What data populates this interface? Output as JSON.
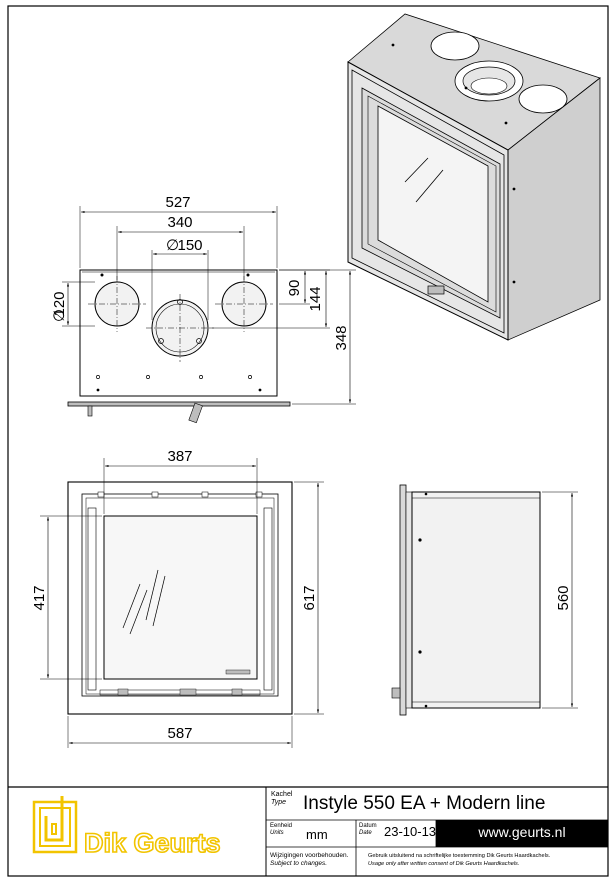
{
  "dimensions": {
    "width_527": "527",
    "spacing_340": "340",
    "diameter_150": "150",
    "diameter_120": "120",
    "height_90": "90",
    "height_144": "144",
    "depth_348": "348",
    "glass_387": "387",
    "glass_417": "417",
    "height_617": "617",
    "width_587": "587",
    "height_560": "560"
  },
  "title_block": {
    "type_label_nl": "Kachel",
    "type_label_en": "Type",
    "type_value": "Instyle 550 EA + Modern line",
    "units_label_nl": "Eenheid",
    "units_label_en": "Units",
    "units_value": "mm",
    "date_label_nl": "Datum",
    "date_label_en": "Date",
    "date_value": "23-10-13",
    "website": "www.geurts.nl",
    "changes_nl": "Wijzigingen voorbehouden.",
    "changes_en": "Subject to changes.",
    "consent_nl": "Gebruik uitsluitend na schriftelijke toestemming Dik Geurts Haardkachels.",
    "consent_en": "Usage only after written consent of Dik Geurts Haardkachels.",
    "logo_text": "Dik Geurts"
  },
  "colors": {
    "line": "#000000",
    "panel": "#d6d6d6",
    "panel_dark": "#bdbdbd",
    "logo": "#f2c400",
    "website_bar": "#000000"
  }
}
